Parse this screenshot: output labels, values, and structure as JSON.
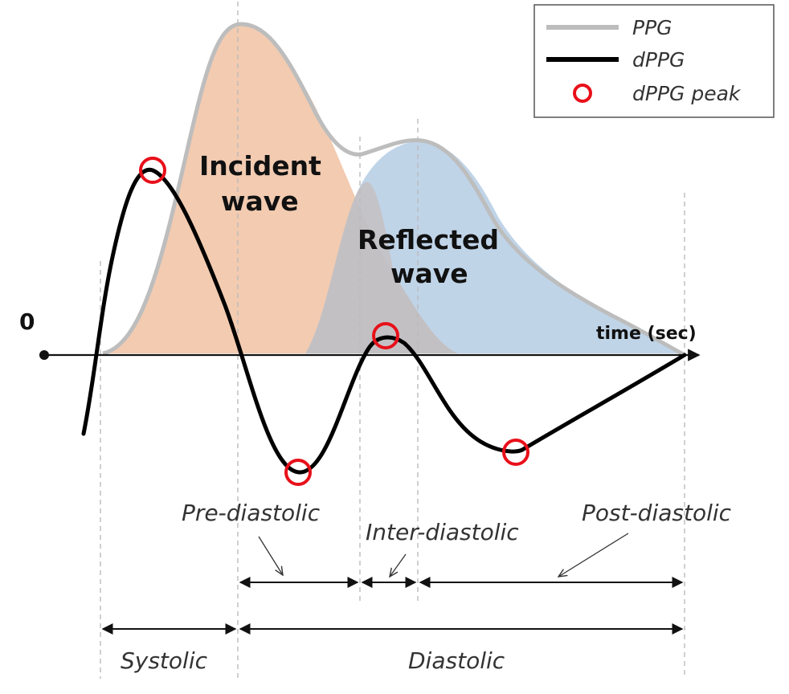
{
  "colors": {
    "incident_fill": "#f2cbb1",
    "reflected_fill": "#b9cfe6",
    "ppg_line": "#bdbdbd",
    "dppg_line": "#000000",
    "peak_marker": "#e8101a",
    "guide_line": "#bbbbbb"
  },
  "legend": {
    "ppg": "PPG",
    "dppg": "dPPG",
    "peak": "dPPG peak"
  },
  "axis": {
    "zero": "0",
    "time": "time (sec)"
  },
  "waves": {
    "incident_line1": "Incident",
    "incident_line2": "wave",
    "reflected_line1": "Reflected",
    "reflected_line2": "wave"
  },
  "phases": {
    "pre_diastolic": "Pre-diastolic",
    "inter_diastolic": "Inter-diastolic",
    "post_diastolic": "Post-diastolic",
    "systolic": "Systolic",
    "diastolic": "Diastolic"
  }
}
